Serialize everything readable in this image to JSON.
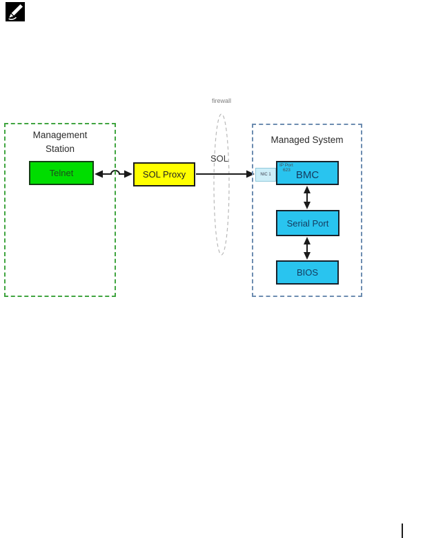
{
  "icons": {
    "note": "pencil-note"
  },
  "colors": {
    "management_station_border": "#3fa43f",
    "managed_system_border": "#6c8cb0",
    "telnet_fill": "#00dd00",
    "sol_proxy_fill": "#ffff00",
    "component_fill": "#29c4ef",
    "nic_fill": "#cdeef8",
    "firewall_stroke": "#b8b8b8",
    "arrow_color": "#1a1a1a"
  },
  "diagram": {
    "management_station": {
      "title": "Management Station",
      "telnet": "Telnet"
    },
    "sol_proxy": "SOL Proxy",
    "firewall": "firewall",
    "sol": "SOL",
    "managed_system": {
      "title": "Managed System",
      "nic": "NIC 1",
      "bmc": "BMC",
      "ip_port_line1": "IP Port",
      "ip_port_line2": "623",
      "serial_port": "Serial Port",
      "bios": "BIOS"
    }
  }
}
